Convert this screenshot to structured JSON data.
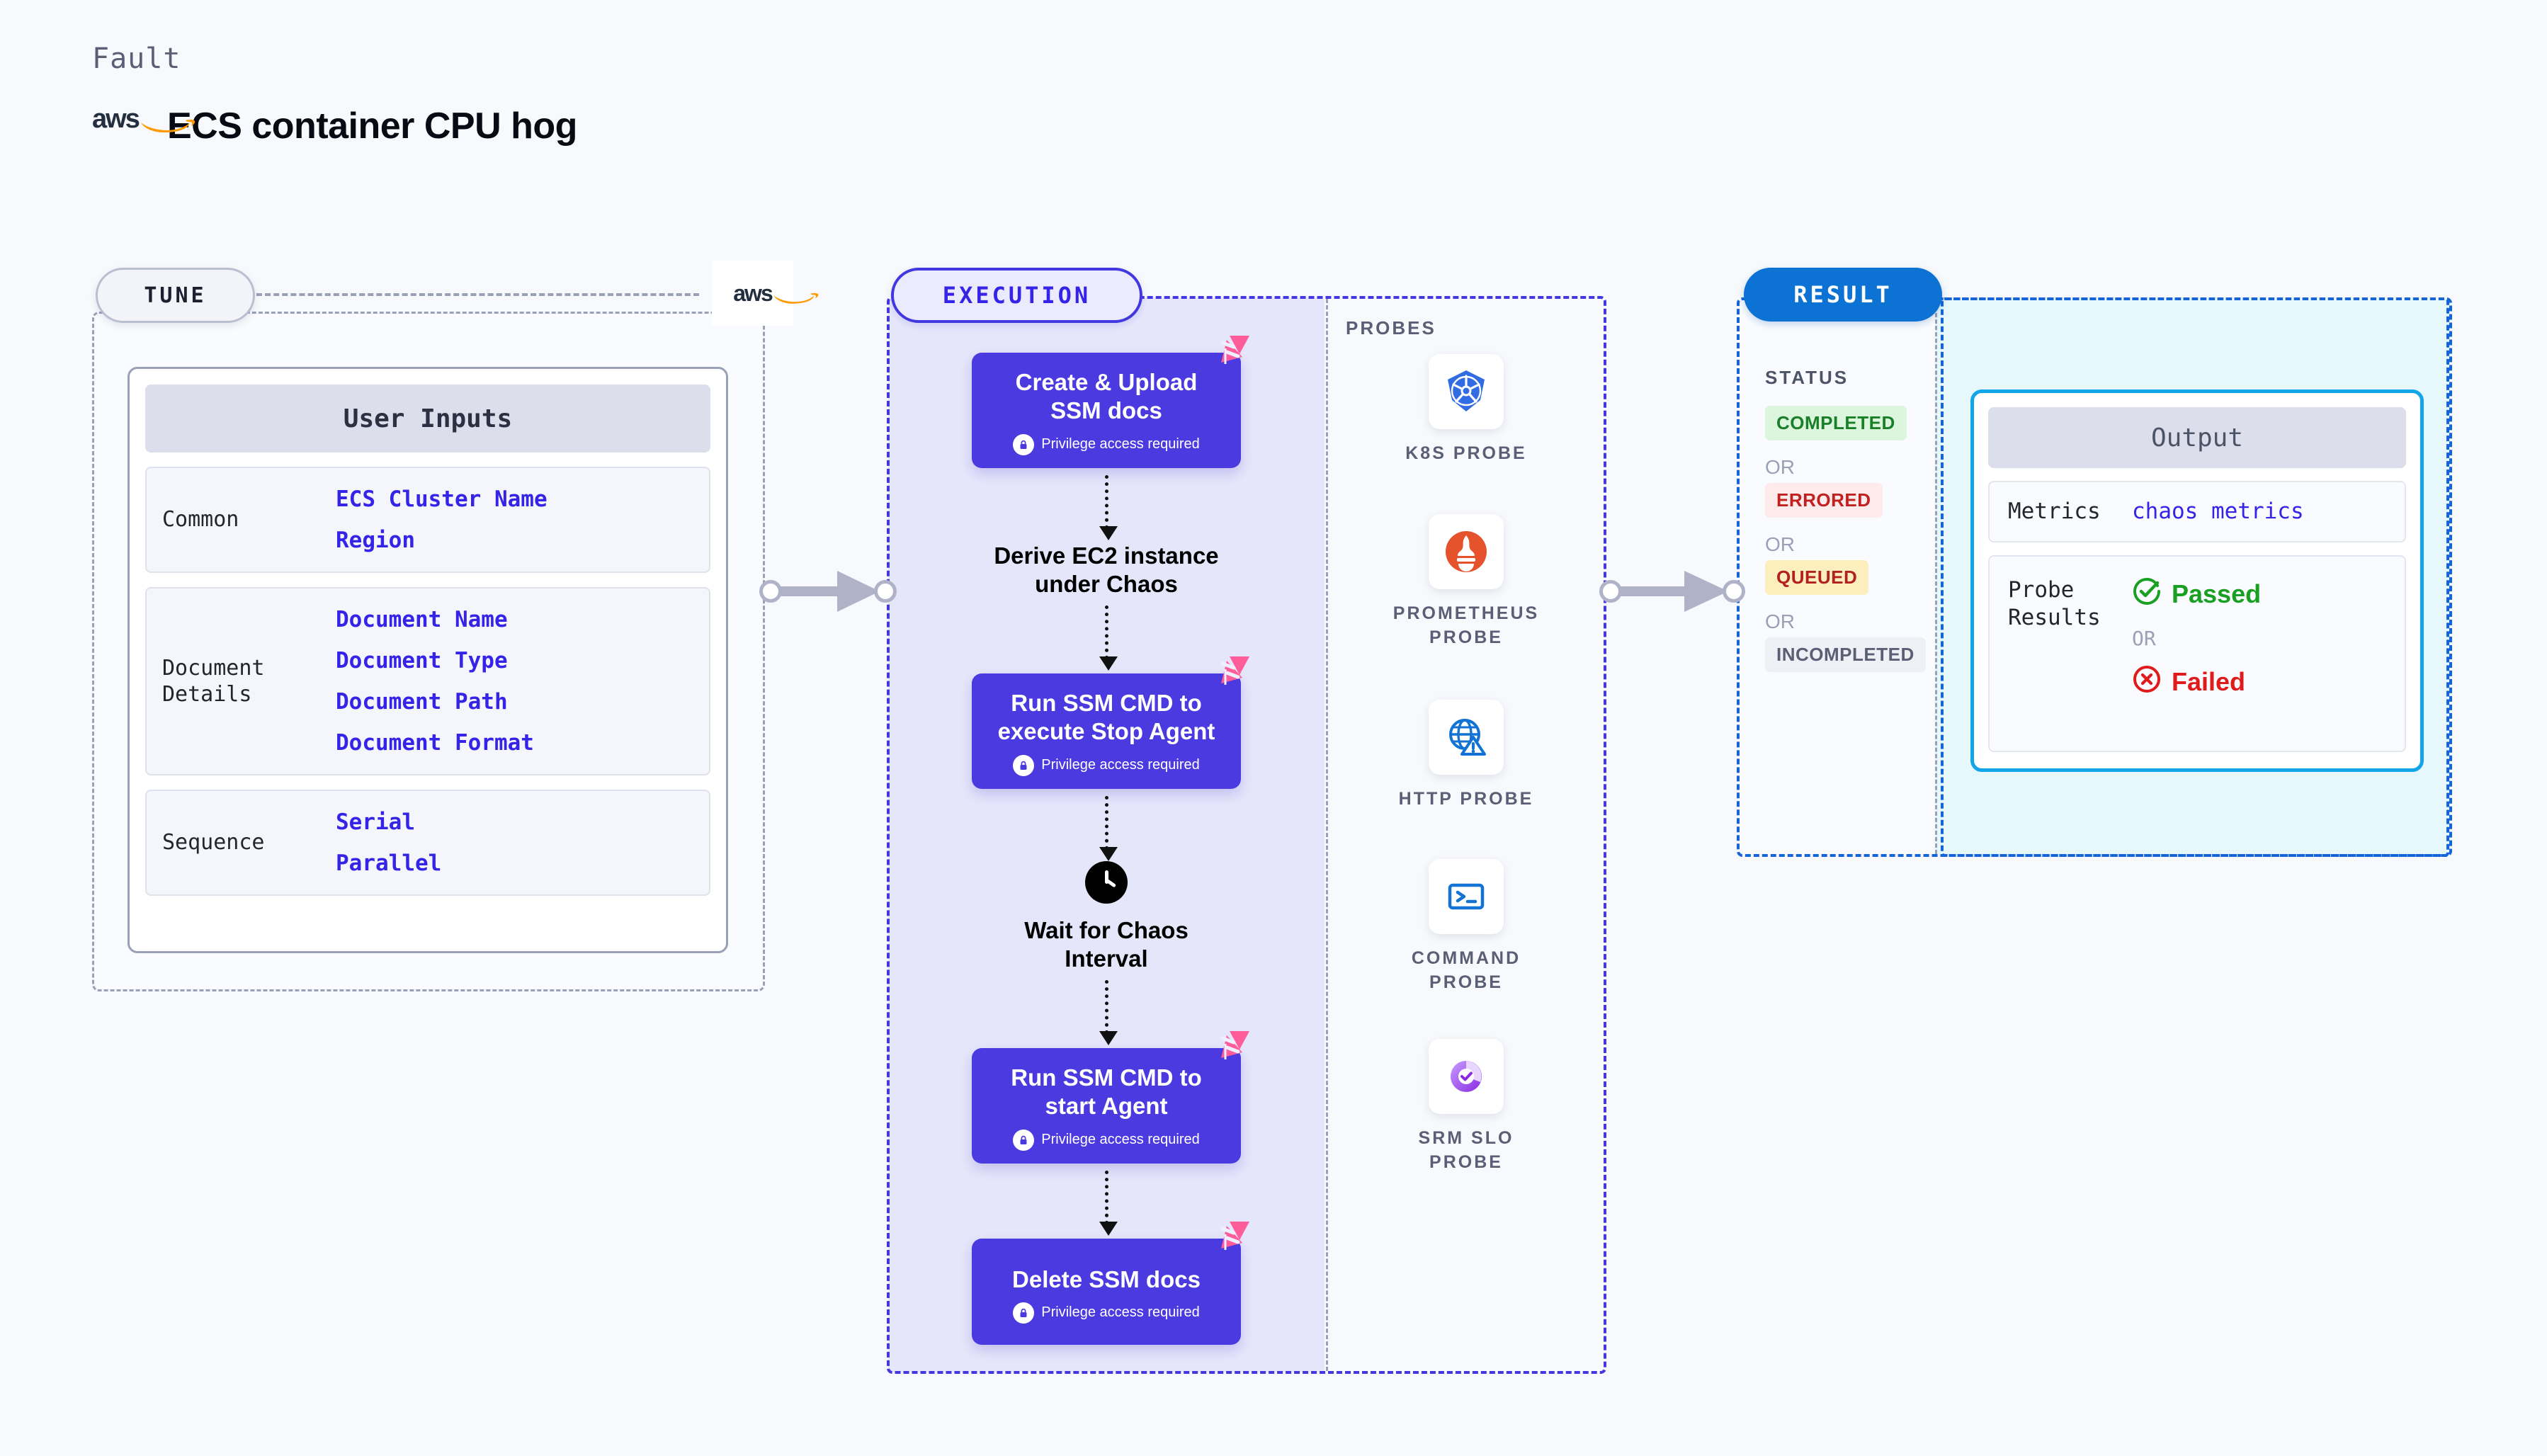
{
  "header": {
    "eyebrow": "Fault",
    "provider_icon": "aws-logo",
    "title": "ECS container CPU hog"
  },
  "tune": {
    "pill_label": "TUNE",
    "provider_badge_icon": "aws-logo",
    "card_title": "User Inputs",
    "groups": [
      {
        "name": "Common",
        "values": [
          "ECS Cluster Name",
          "Region"
        ]
      },
      {
        "name": "Document\nDetails",
        "values": [
          "Document Name",
          "Document Type",
          "Document Path",
          "Document Format"
        ]
      },
      {
        "name": "Sequence",
        "values": [
          "Serial",
          "Parallel"
        ]
      }
    ]
  },
  "connectors": {
    "tune_to_execution": "arrow-right",
    "execution_to_result": "arrow-right",
    "color": "#b0b3c8"
  },
  "execution": {
    "pill_label": "EXECUTION",
    "privilege_note": "Privilege access required",
    "lock_icon": "lock-icon",
    "badge_icon": "litmus-logo",
    "steps": [
      {
        "type": "node",
        "label": "Create & Upload\nSSM docs",
        "privilege": true
      },
      {
        "type": "label",
        "label": "Derive EC2 instance\nunder Chaos",
        "privilege": false
      },
      {
        "type": "node",
        "label": "Run SSM CMD to\nexecute Stop Agent",
        "privilege": true
      },
      {
        "type": "clock",
        "label": "Wait for Chaos\nInterval",
        "privilege": false,
        "icon": "clock-icon"
      },
      {
        "type": "node",
        "label": "Run SSM CMD to\nstart Agent",
        "privilege": true
      },
      {
        "type": "node",
        "label": "Delete SSM docs",
        "privilege": true
      }
    ]
  },
  "probes": {
    "title": "PROBES",
    "items": [
      {
        "label": "K8S PROBE",
        "icon": "kubernetes-icon"
      },
      {
        "label": "PROMETHEUS\nPROBE",
        "icon": "prometheus-icon"
      },
      {
        "label": "HTTP PROBE",
        "icon": "http-globe-warning-icon"
      },
      {
        "label": "COMMAND\nPROBE",
        "icon": "terminal-icon"
      },
      {
        "label": "SRM SLO\nPROBE",
        "icon": "srm-slo-donut-icon"
      }
    ]
  },
  "result": {
    "pill_label": "RESULT",
    "status_heading": "STATUS",
    "or_label": "OR",
    "statuses": [
      {
        "label": "COMPLETED",
        "fg": "#1a7f29",
        "bg": "#dcf5dd"
      },
      {
        "label": "ERRORED",
        "fg": "#c21f1f",
        "bg": "#fdeaea"
      },
      {
        "label": "QUEUED",
        "fg": "#b32020",
        "bg": "#fdeebd"
      },
      {
        "label": "INCOMPLETED",
        "fg": "#5a5f75",
        "bg": "#eef0f5"
      }
    ],
    "output": {
      "title": "Output",
      "metrics_label": "Metrics",
      "metrics_value": "chaos metrics",
      "probe_results_label": "Probe\nResults",
      "passed_label": "Passed",
      "failed_label": "Failed",
      "passed_icon": "check-circle-icon",
      "failed_icon": "x-circle-icon",
      "or_label": "OR"
    }
  },
  "colors": {
    "node_purple": "#4a3ae0",
    "litmus_pink": "#ff5c9a",
    "result_blue": "#0c72d3",
    "output_cyan": "#12a5e8",
    "value_indigo": "#3524e8"
  }
}
